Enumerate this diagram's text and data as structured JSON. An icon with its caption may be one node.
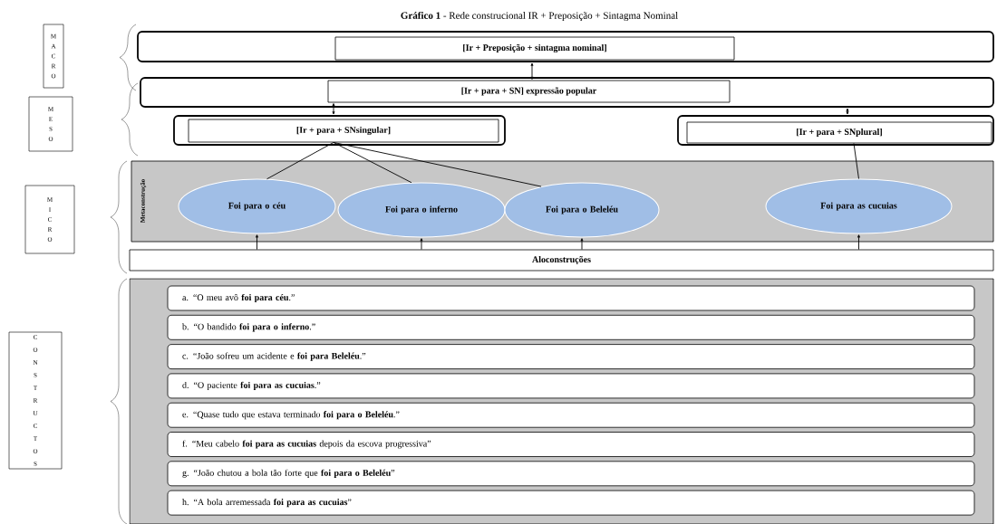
{
  "diagram": {
    "title": "**Gráfico 1** - Rede construcional IR + Preposição + Sintagma Nominal",
    "nodes": [
      {
        "text": [
          "M A C R O"
        ]
      },
      {
        "text": [],
        "shape": "box"
      },
      {
        "text": [
          "[Ir + Preposição + sintagma nominal]"
        ],
        "in": 1
      },
      {
        "text": [
          "M E S O"
        ]
      },
      {
        "text": [],
        "shape": "box"
      },
      {
        "text": [
          "[Ir + para + SN] expressão popular"
        ],
        "in": 4
      },
      {
        "text": [],
        "shape": "box"
      },
      {
        "text": [
          "[Ir + para + SNsingular]"
        ],
        "in": 6
      },
      {
        "text": [],
        "shape": "box"
      },
      {
        "text": [
          "[Ir + para + SNplural]"
        ],
        "in": 8
      },
      {
        "text": [
          "M I C R O"
        ]
      },
      {
        "text": [
          "Metaconstrução"
        ]
      },
      {
        "text": [
          "Foi para o céu"
        ],
        "in": 11
      },
      {
        "text": [
          "Foi para o inferno"
        ],
        "in": 11
      },
      {
        "text": [
          "Foi para o Beleléu"
        ],
        "in": 11
      },
      {
        "text": [
          "Foi para as cucuias"
        ],
        "in": 11
      },
      {
        "text": [
          "Aloconstruções"
        ]
      },
      {
        "text": [
          "C O N S T R U C T O S"
        ]
      },
      {
        "text": [],
        "shape": "box"
      },
      {
        "text": [
          "a. “O meu avô **foi para céu**.”"
        ],
        "in": 18
      },
      {
        "text": [
          "b. “O bandido **foi para o inferno**.”"
        ],
        "in": 18
      },
      {
        "text": [
          "c. “João sofreu um acidente e **foi para Beleléu**.”"
        ],
        "in": 18
      },
      {
        "text": [
          "d. “O paciente **foi para as cucuias**.”"
        ],
        "in": 18
      },
      {
        "text": [
          "e. “Quase tudo que estava terminado **foi para o Beleléu**.”"
        ],
        "in": 18
      },
      {
        "text": [
          "f. “Meu cabelo **foi para as cucuias** depois da escova progressiva”"
        ],
        "in": 18
      },
      {
        "text": [
          "g. “João chutou a bola tão forte que **foi para o Beleléu**”"
        ],
        "in": 18
      },
      {
        "text": [
          "h. “A bola arremessada **foi para as cucuias**”"
        ],
        "in": 18
      }
    ],
    "edges": [
      {
        "from": 1,
        "to": 5,
        "arrow": "both"
      },
      {
        "from": 5,
        "to": 6,
        "arrow": "both"
      },
      {
        "from": 4,
        "to": 8,
        "arrow": "both"
      },
      {
        "from": 7,
        "to": 12,
        "arrow": "none"
      },
      {
        "from": 7,
        "to": 13,
        "arrow": "none"
      },
      {
        "from": 7,
        "to": 14,
        "arrow": "none"
      },
      {
        "from": 9,
        "to": 15,
        "arrow": "none"
      },
      {
        "from": 16,
        "to": 12,
        "arrow": "to"
      },
      {
        "from": 16,
        "to": 13,
        "arrow": "to"
      },
      {
        "from": 16,
        "to": 14,
        "arrow": "to"
      },
      {
        "from": 16,
        "to": 15,
        "arrow": "to"
      }
    ]
  }
}
